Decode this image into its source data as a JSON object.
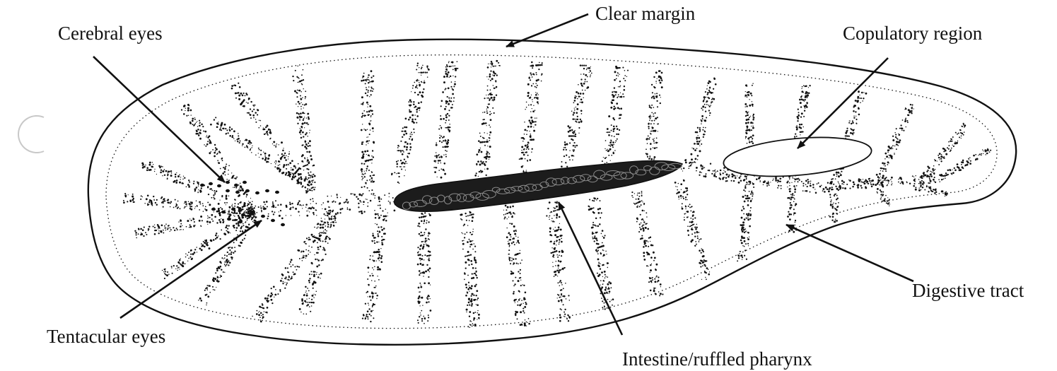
{
  "labels": {
    "clear_margin": "Clear margin",
    "cerebral_eyes": "Cerebral eyes",
    "copulatory_region": "Copulatory region",
    "tentacular_eyes": "Tentacular eyes",
    "digestive_tract": "Digestive tract",
    "intestine_pharynx": "Intestine/ruffled pharynx"
  },
  "colors": {
    "ink": "#111111",
    "background": "#ffffff",
    "hole_punch": "#c8c8c8"
  }
}
